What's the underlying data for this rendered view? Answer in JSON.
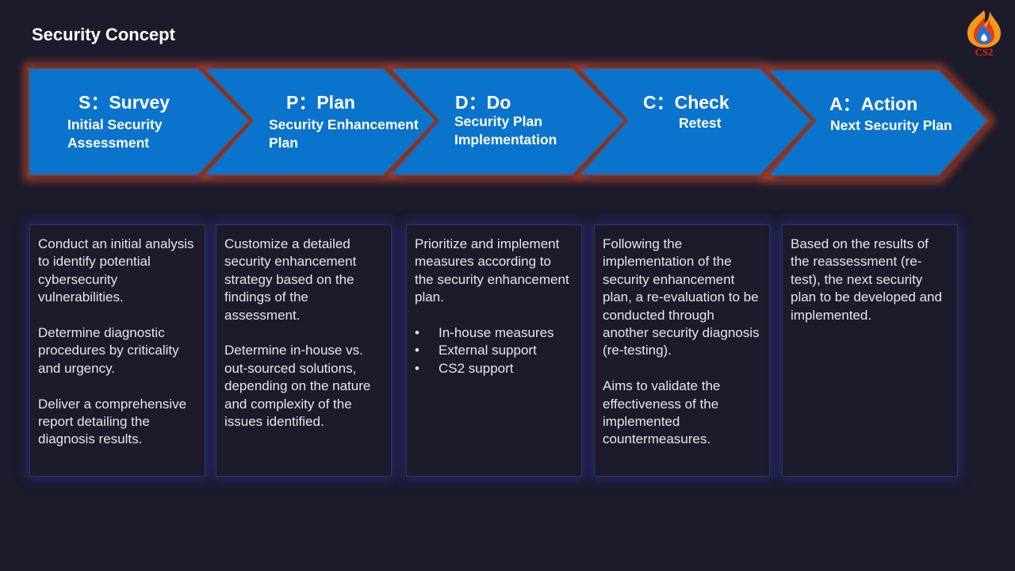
{
  "page": {
    "title": "Security Concept"
  },
  "logo": {
    "text": "CS2",
    "icon": "cs2-flame-logo"
  },
  "steps": [
    {
      "title": "S：Survey",
      "subtitle": "Initial Security\nAssessment"
    },
    {
      "title": "P：Plan",
      "subtitle": "Security Enhancement\nPlan"
    },
    {
      "title": "D：Do",
      "subtitle": "Security Plan\nImplementation"
    },
    {
      "title": "C：Check",
      "subtitle": "Retest"
    },
    {
      "title": "A：Action",
      "subtitle": "Next Security Plan"
    }
  ],
  "cards": [
    {
      "p1": "Conduct an initial analysis to identify potential cybersecurity vulnerabilities.",
      "p2": "Determine diagnostic procedures by criticality and urgency.",
      "p3": "Deliver a comprehensive report detailing the diagnosis results."
    },
    {
      "p1": "Customize a detailed security enhancement strategy based on the findings of the assessment.",
      "p2": "Determine in-house vs. out-sourced solutions, depending on the nature and complexity of the issues identified."
    },
    {
      "p1": "Prioritize and implement measures according to the security enhancement plan.",
      "bullets": [
        "In-house measures",
        "External support",
        "CS2 support"
      ]
    },
    {
      "p1": "Following the implementation of the security enhancement plan, a re-evaluation to be conducted through another security diagnosis (re-testing).",
      "p2": "Aims to validate the effectiveness of the implemented countermeasures."
    },
    {
      "p1": "Based on the results of the reassessment (re-test), the next security plan to be developed and implemented."
    }
  ],
  "colors": {
    "background": "#1b1b2c",
    "chevron": "#0a74cc",
    "glow": "#c84a2a",
    "card_glow": "#3c32be"
  }
}
